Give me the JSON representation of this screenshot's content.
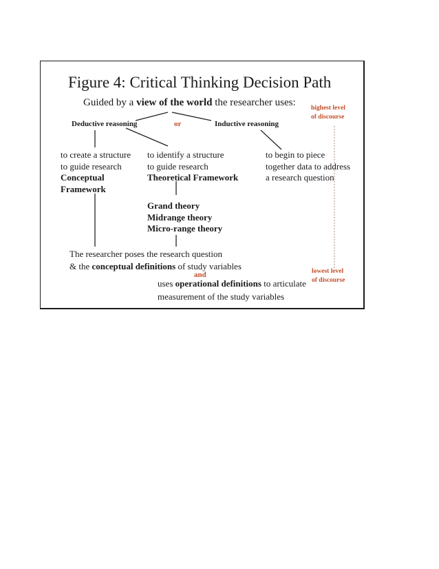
{
  "colors": {
    "accent": "#c14e27",
    "text": "#1a1a1a",
    "line": "#222222",
    "dashed_line": "#a5887a",
    "slide_border": "#1c1c1c",
    "background": "#ffffff"
  },
  "title": "Figure 4: Critical Thinking Decision Path",
  "subtitle": {
    "segments": [
      {
        "t": "Guided by a ",
        "b": false
      },
      {
        "t": "view of the world",
        "b": true
      },
      {
        "t": " the researcher uses:",
        "b": false
      }
    ]
  },
  "labels": {
    "deductive": "Deductive reasoning",
    "or": "or",
    "inductive": "Inductive reasoning"
  },
  "discourse": {
    "highest": [
      "highest level",
      "of discourse"
    ],
    "lowest": [
      "lowest level",
      "of discourse"
    ]
  },
  "columns": [
    {
      "lines": [
        {
          "t": "to create a structure",
          "b": false
        },
        {
          "t": "to guide research",
          "b": false
        },
        {
          "t": "Conceptual",
          "b": true
        },
        {
          "t": "Framework",
          "b": true
        }
      ]
    },
    {
      "lines": [
        {
          "t": "to identify a structure",
          "b": false
        },
        {
          "t": "to guide research",
          "b": false
        },
        {
          "t": "Theoretical Framework",
          "b": true
        }
      ]
    },
    {
      "lines": [
        {
          "t": "to begin to piece",
          "b": false
        },
        {
          "t": "together data to address",
          "b": false
        },
        {
          "t": "a research question",
          "b": false
        }
      ]
    }
  ],
  "theories": [
    "Grand theory",
    "Midrange theory",
    "Micro-range theory"
  ],
  "bottom": {
    "line1": "The researcher poses the research question",
    "line2": {
      "segments": [
        {
          "t": "& the ",
          "b": false
        },
        {
          "t": "conceptual definitions",
          "b": true
        },
        {
          "t": " of study variables",
          "b": false
        }
      ]
    },
    "and": "and",
    "line3": {
      "segments": [
        {
          "t": "uses ",
          "b": false
        },
        {
          "t": "operational definitions",
          "b": true
        },
        {
          "t": " to articulate",
          "b": false
        }
      ]
    },
    "line4": "measurement of the study variables"
  },
  "connectors": {
    "solid": [
      [
        138,
        86,
        185,
        74
      ],
      [
        191,
        74,
        248,
        86
      ],
      [
        79,
        100,
        79,
        125
      ],
      [
        124,
        97,
        185,
        123
      ],
      [
        320,
        100,
        350,
        128
      ],
      [
        197,
        174,
        197,
        194
      ],
      [
        79,
        192,
        79,
        269
      ],
      [
        197,
        252,
        197,
        269
      ]
    ],
    "dashed": [
      [
        427,
        94,
        427,
        300
      ]
    ]
  }
}
